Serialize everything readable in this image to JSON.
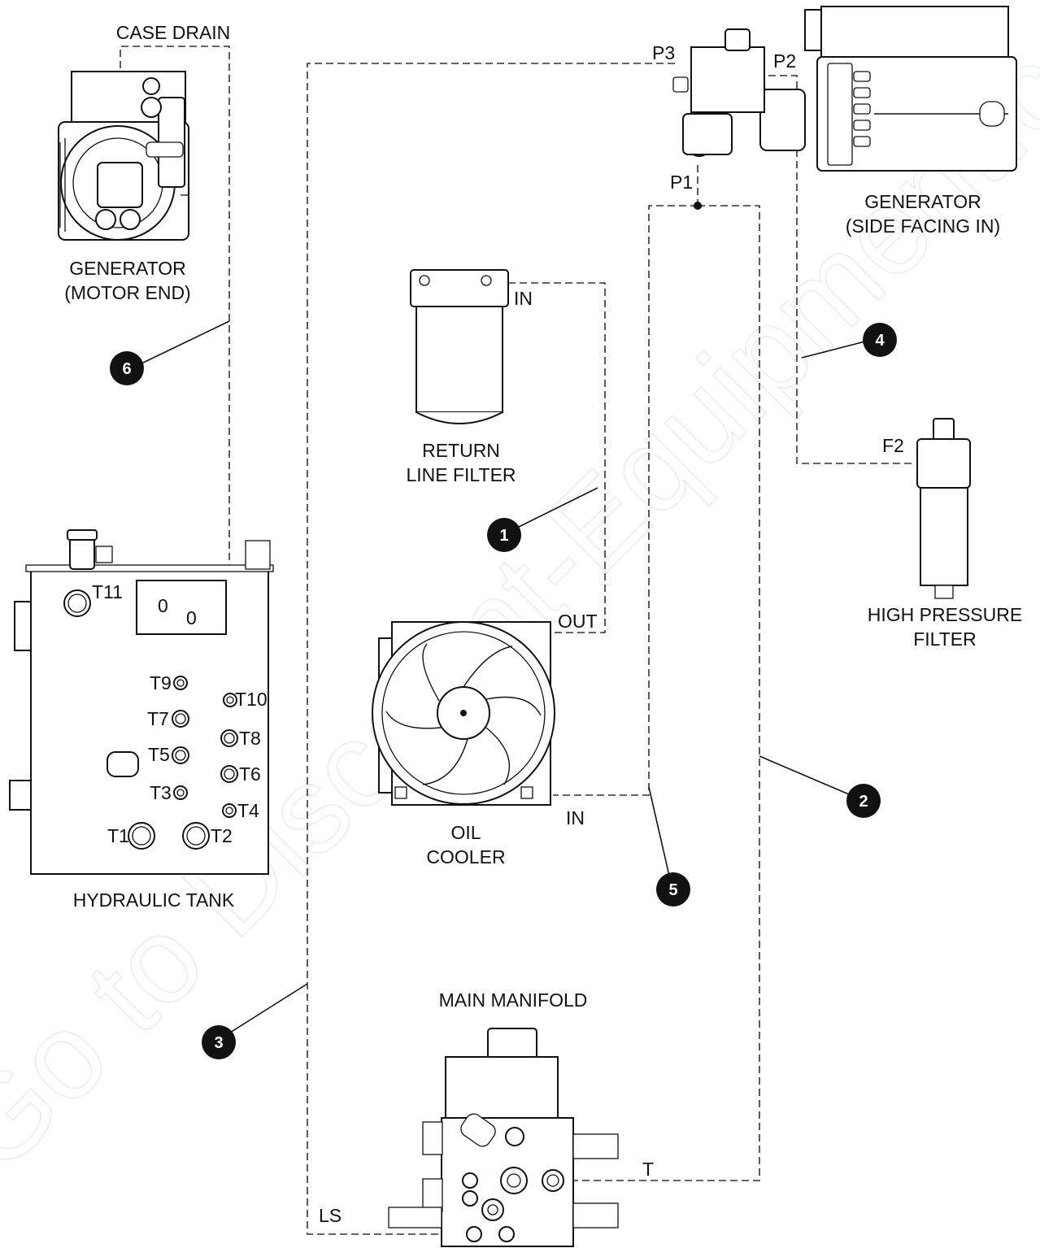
{
  "labels": {
    "case_drain": "CASE DRAIN",
    "generator_motor_end_1": "GENERATOR",
    "generator_motor_end_2": "(MOTOR END)",
    "generator_side_1": "GENERATOR",
    "generator_side_2": "(SIDE FACING IN)",
    "return_filter_1": "RETURN",
    "return_filter_2": "LINE FILTER",
    "high_pressure_1": "HIGH PRESSURE",
    "high_pressure_2": "FILTER",
    "oil_cooler_1": "OIL",
    "oil_cooler_2": "COOLER",
    "hydraulic_tank": "HYDRAULIC TANK",
    "main_manifold": "MAIN MANIFOLD"
  },
  "ports": {
    "p1": "P1",
    "p2": "P2",
    "p3": "P3",
    "f2": "F2",
    "filter_in": "IN",
    "cooler_out": "OUT",
    "cooler_in": "IN",
    "manifold_t": "T",
    "manifold_ls": "LS",
    "t1": "T1",
    "t2": "T2",
    "t3": "T3",
    "t4": "T4",
    "t5": "T5",
    "t6": "T6",
    "t7": "T7",
    "t8": "T8",
    "t9": "T9",
    "t10": "T10",
    "t11": "T11"
  },
  "callouts": [
    "1",
    "2",
    "3",
    "4",
    "5",
    "6"
  ],
  "watermark": "Go to Discount-Equipment.com to order your"
}
